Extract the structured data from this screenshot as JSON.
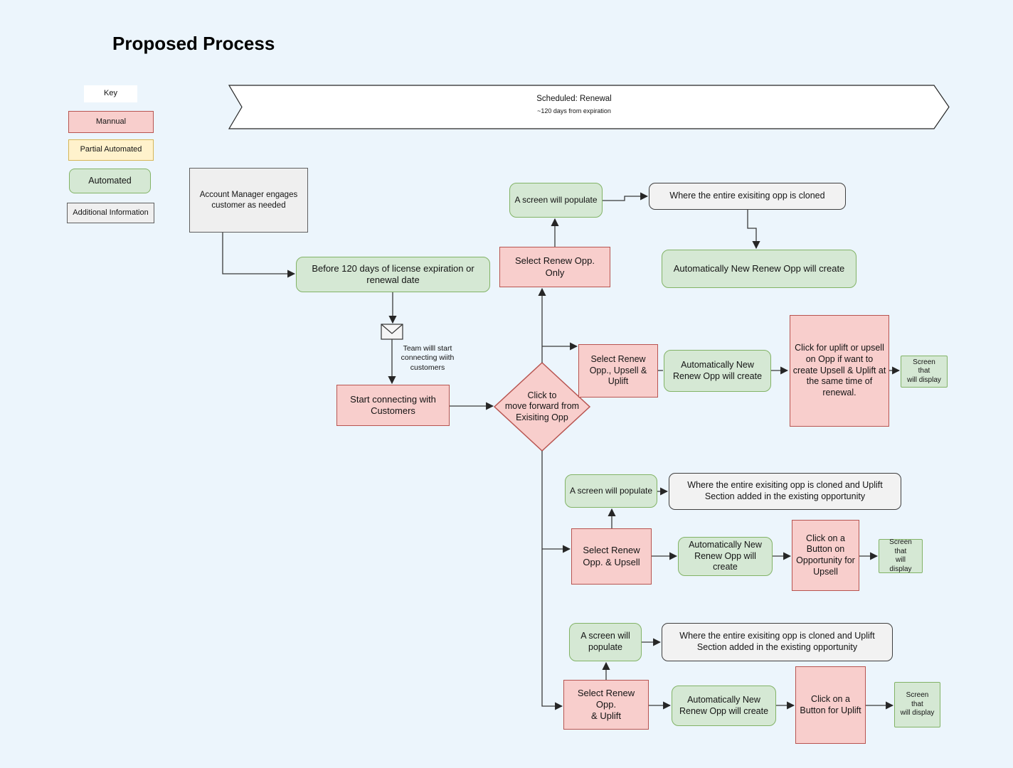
{
  "title": "Proposed Process",
  "colors": {
    "background": "#ecf5fc",
    "manual_fill": "#f8cecc",
    "manual_stroke": "#b85450",
    "partial_automated_fill": "#fff2cc",
    "partial_automated_stroke": "#d6b656",
    "automated_fill": "#d5e8d4",
    "automated_stroke": "#82b366",
    "info_fill": "#f2f2f2",
    "info_stroke": "#5f5f5f",
    "connector": "#3a3a3a"
  },
  "key": {
    "title": "Key",
    "items": [
      {
        "label": "Mannual"
      },
      {
        "label": "Partial Automated"
      },
      {
        "label": "Automated"
      },
      {
        "label": "Additional Information"
      }
    ]
  },
  "banner": {
    "title": "Scheduled: Renewal",
    "subtitle": "~120 days from expiration"
  },
  "nodes": {
    "account_manager": "Account Manager engages customer as needed",
    "before_120": "Before 120 days of license expiration or renewal date",
    "team_note": "Team willl start\nconnecting wiith\ncustomers",
    "start_connecting": "Start connecting with Customers",
    "decision": "Click to\nmove forward from\nExisiting Opp",
    "select_renew_only": "Select Renew Opp. Only",
    "screen_populate_renew": "A screen will populate",
    "cloned_renew": "Where the entire exisiting opp is cloned",
    "auto_create_renew": "Automatically New Renew Opp will create",
    "select_all": "Select Renew\nOpp., Upsell &\nUplift",
    "auto_create_all": "Automatically New\nRenew Opp will create",
    "click_for_uplift_upsell": "Click for uplift or upsell\non Opp if want to\ncreate Upsell & Uplift at\nthe same time of\nrenewal.",
    "screen_display_all": "Screen that\nwill display",
    "screen_populate_upsell": "A screen will populate",
    "cloned_upsell": "Where the entire exisiting opp is cloned and Uplift\nSection added in the existing opportunity",
    "select_upsell": "Select Renew\nOpp. & Upsell",
    "auto_create_upsell": "Automatically New\nRenew Opp will\ncreate",
    "click_button_upsell": "Click on a\nButton on\nOpportunity for\nUpsell",
    "screen_display_upsell": "Screen that\nwill display",
    "screen_populate_uplift": "A screen will\npopulate",
    "cloned_uplift": "Where the entire exisiting opp is cloned and Uplift\nSection added in the existing opportunity",
    "select_uplift": "Select Renew Opp.\n& Uplift",
    "auto_create_uplift": "Automatically New\nRenew Opp will create",
    "click_button_uplift": "Click on a\nButton for Uplift",
    "screen_display_uplift": "Screen that\nwill display"
  }
}
